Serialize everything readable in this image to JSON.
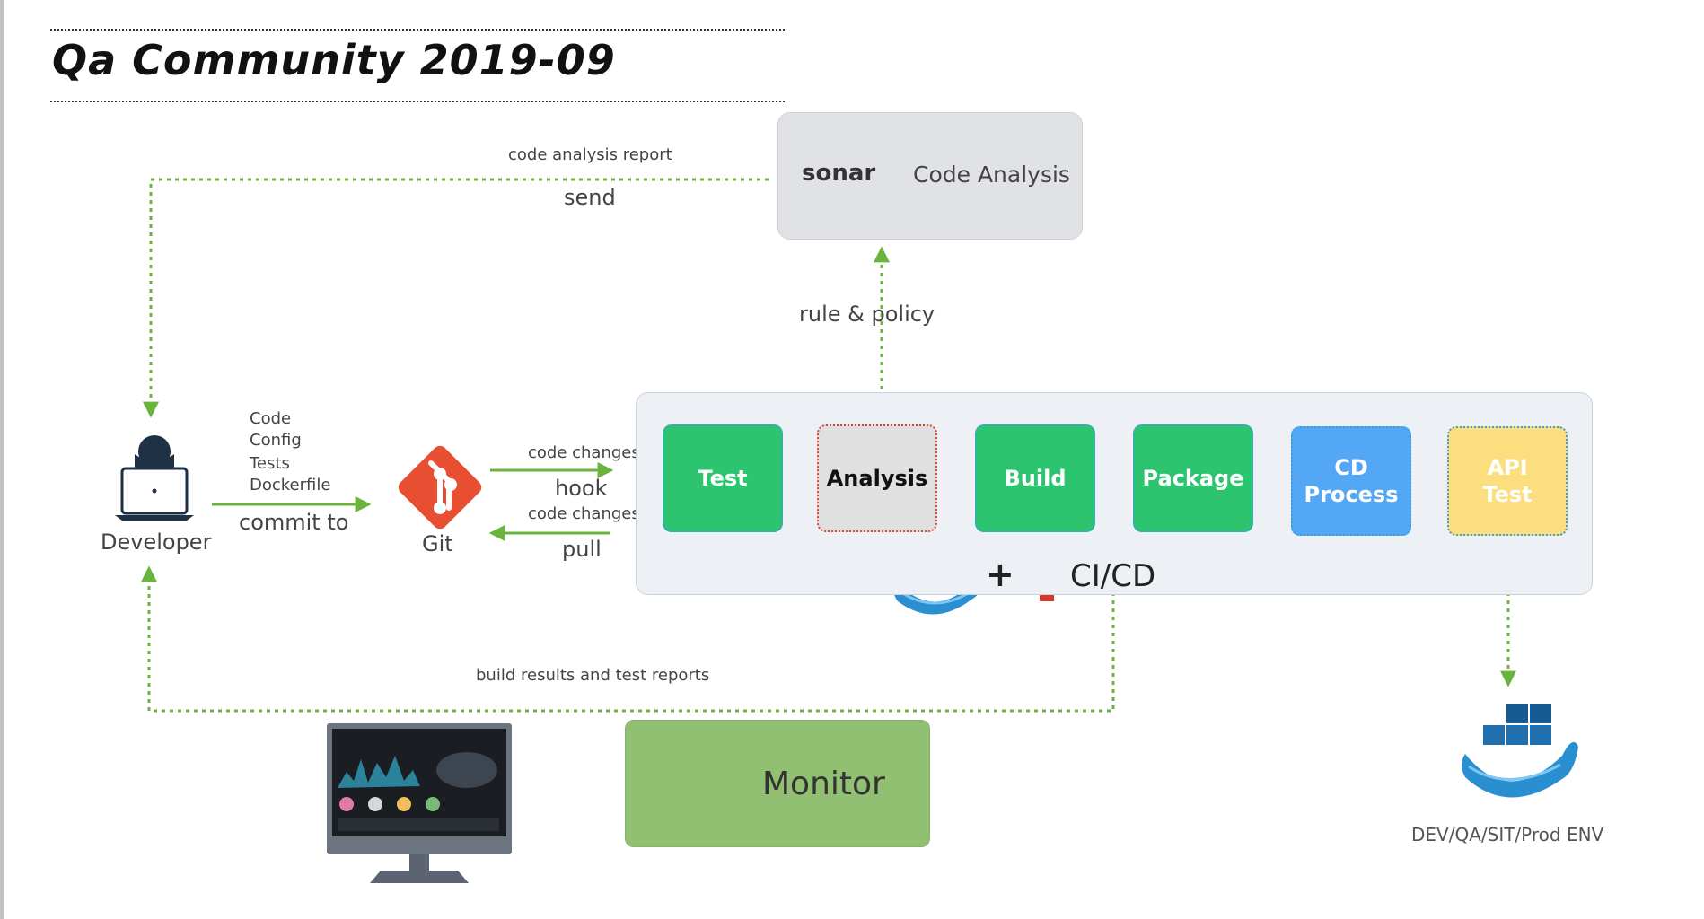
{
  "title": "Qa Community 2019-09",
  "developer": {
    "label": "Developer"
  },
  "commit": {
    "items": [
      "Code",
      "Config",
      "Tests",
      "Dockerfile"
    ],
    "action": "commit to"
  },
  "git": {
    "label": "Git"
  },
  "hook": {
    "label_top": "code changes",
    "label_bottom": "hook"
  },
  "pull": {
    "label_top": "code changes",
    "label_bottom": "pull"
  },
  "sonar": {
    "logo": "sonar",
    "label": "Code Analysis"
  },
  "report": {
    "label_top": "code analysis report",
    "label_bottom": "send"
  },
  "rule": {
    "label": "rule & policy"
  },
  "pipeline": {
    "stages": [
      {
        "label": "Test",
        "color": "#2cc46f"
      },
      {
        "label": "Analysis",
        "color": "#e0e0e0"
      },
      {
        "label": "Build",
        "color": "#2cc46f"
      },
      {
        "label": "Package",
        "color": "#2cc46f"
      },
      {
        "label": "CD\nProcess",
        "color": "#54a7f5"
      },
      {
        "label": "API\nTest",
        "color": "#fbdf7e"
      }
    ],
    "plus": "+",
    "label": "CI/CD"
  },
  "results": {
    "label": "build results and test reports"
  },
  "monitor": {
    "label": "Monitor"
  },
  "env": {
    "label": "DEV/QA/SIT/Prod ENV"
  },
  "colors": {
    "flow_arrow": "#6ab43e",
    "stage_link": "#3aa0d8",
    "git": "#e84e31",
    "docker": "#2a8fd1",
    "jenkins_face": "#f2c8a0"
  }
}
